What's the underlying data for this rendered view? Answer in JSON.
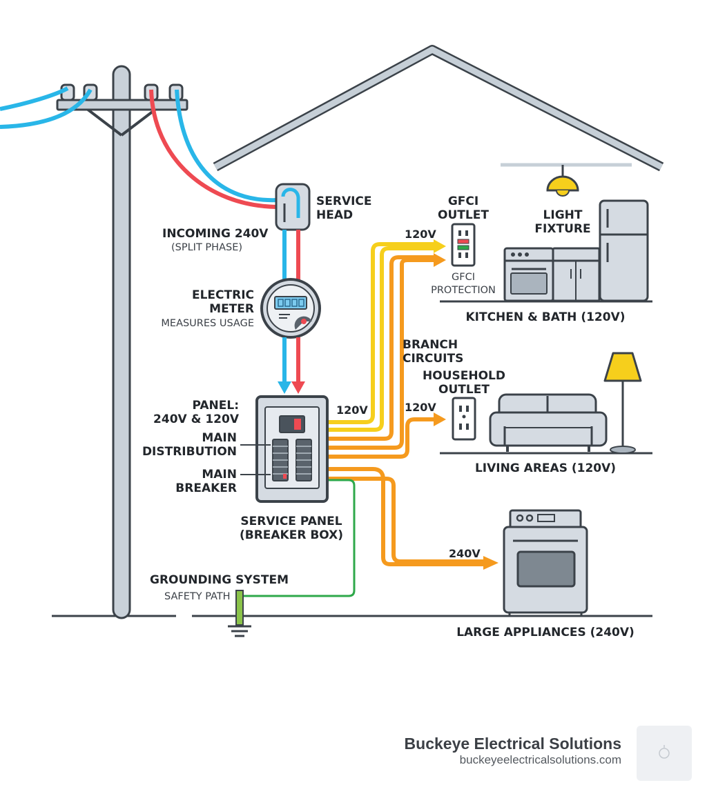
{
  "labels": {
    "incoming_line1": "INCOMING 240V",
    "incoming_line2": "(SPLIT PHASE)",
    "service_head_line1": "SERVICE",
    "service_head_line2": "HEAD",
    "meter_line1": "ELECTRIC",
    "meter_line2": "METER",
    "meter_sub": "MEASURES USAGE",
    "panel_line1": "PANEL:",
    "panel_line2": "240V & 120V",
    "main_dist_line1": "MAIN",
    "main_dist_line2": "DISTRIBUTION",
    "main_breaker_line1": "MAIN",
    "main_breaker_line2": "BREAKER",
    "service_panel_line1": "SERVICE PANEL",
    "service_panel_line2": "(BREAKER BOX)",
    "grounding_title": "GROUNDING SYSTEM",
    "grounding_sub": "SAFETY PATH",
    "branch_line1": "BRANCH",
    "branch_line2": "CIRCUITS",
    "gfci_line1": "GFCI",
    "gfci_line2": "OUTLET",
    "gfci_prot_line1": "GFCI",
    "gfci_prot_line2": "PROTECTION",
    "light_line1": "LIGHT",
    "light_line2": "FIXTURE",
    "kitchen": "KITCHEN & BATH (120V)",
    "household_line1": "HOUSEHOLD",
    "household_line2": "OUTLET",
    "living": "LIVING AREAS (120V)",
    "large_appliances": "LARGE APPLIANCES (240V)",
    "volt_gfci": "120V",
    "volt_panel": "120V",
    "volt_household": "120V",
    "volt_appliance": "240V"
  },
  "brand": {
    "name": "Buckeye Electrical Solutions",
    "url": "buckeyeelectricalsolutions.com"
  },
  "colors": {
    "line_blue": "#29b6e8",
    "line_red": "#ee4a52",
    "branch_yellow": "#f6cf1c",
    "branch_orange": "#f59a1e",
    "ground_green": "#2ea84a",
    "outline": "#3b4249",
    "fill_gray": "#d5dbe2",
    "roof": "#c6cfd7"
  }
}
